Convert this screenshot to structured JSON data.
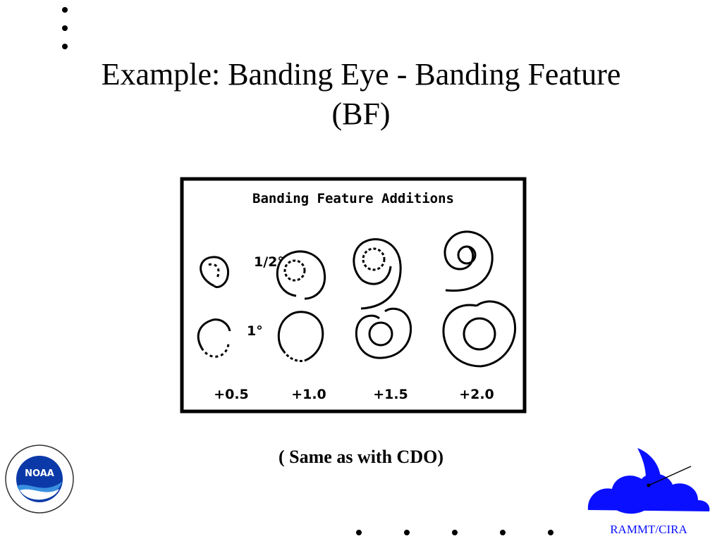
{
  "slide": {
    "title": "Example: Banding Eye - Banding Feature (BF)",
    "caption": "( Same as with CDO)"
  },
  "figure": {
    "heading": "Banding Feature Additions",
    "row_labels": [
      "1/2°",
      "1°"
    ],
    "column_labels": [
      "+0.5",
      "+1.0",
      "+1.5",
      "+2.0"
    ]
  },
  "logos": {
    "noaa_text": "NOAA",
    "cira_label": "RAMMT/CIRA",
    "noaa_color": "#0b3aa8",
    "cira_color": "#0a10ff"
  }
}
